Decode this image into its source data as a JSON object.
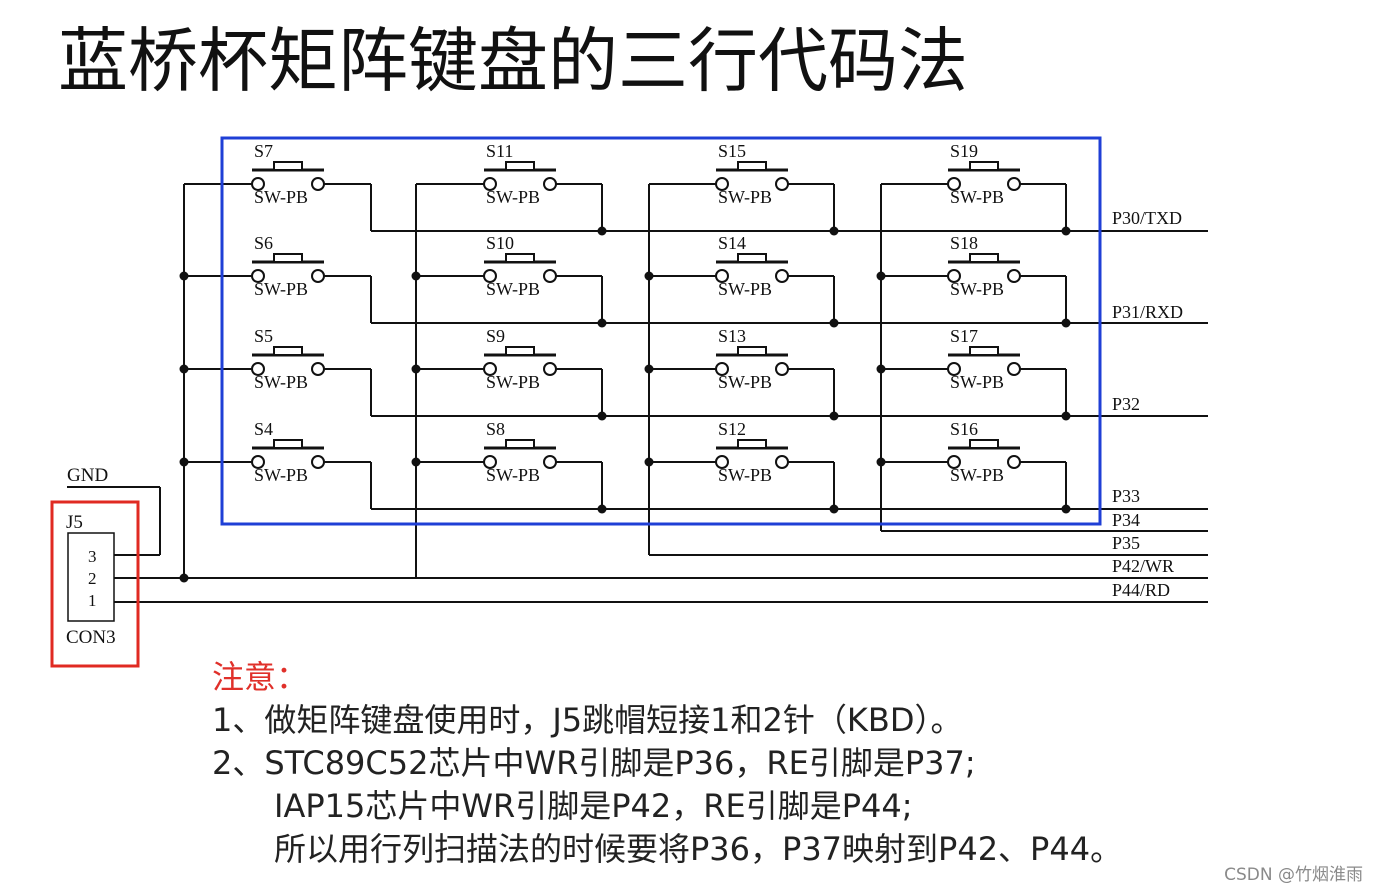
{
  "title": "蓝桥杯矩阵键盘的三行代码法",
  "schematic": {
    "connector": {
      "ref": "J5",
      "part": "CON3",
      "pins": [
        "3",
        "2",
        "1"
      ],
      "gnd_label": "GND"
    },
    "switch_type": "SW-PB",
    "switch_columns": [
      [
        "S7",
        "S6",
        "S5",
        "S4"
      ],
      [
        "S11",
        "S10",
        "S9",
        "S8"
      ],
      [
        "S15",
        "S14",
        "S13",
        "S12"
      ],
      [
        "S19",
        "S18",
        "S17",
        "S16"
      ]
    ],
    "nets": [
      "P30/TXD",
      "P31/RXD",
      "P32",
      "P33",
      "P34",
      "P35",
      "P42/WR",
      "P44/RD"
    ],
    "colors": {
      "highlight_box": "#1f3fd6",
      "connector_box": "#e02a22",
      "wire": "#111111"
    }
  },
  "notes": {
    "heading": "注意：",
    "line1": "1、做矩阵键盘使用时，J5跳帽短接1和2针（KBD）。",
    "line2": "2、STC89C52芯片中WR引脚是P36，RE引脚是P37;",
    "line3": "IAP15芯片中WR引脚是P42，RE引脚是P44;",
    "line4": "所以用行列扫描法的时候要将P36，P37映射到P42、P44。"
  },
  "watermark": "CSDN @竹烟淮雨"
}
